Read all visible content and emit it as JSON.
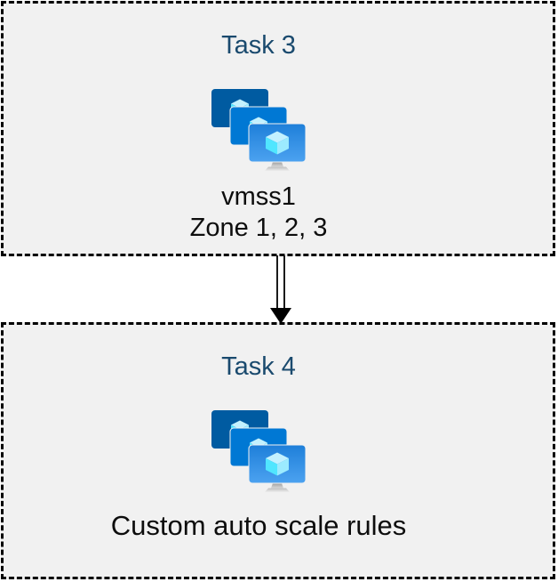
{
  "boxes": [
    {
      "title": "Task 3",
      "icon": "vm-scale-sets-icon",
      "lines": [
        "vmss1",
        "Zone 1, 2, 3"
      ]
    },
    {
      "title": "Task 4",
      "icon": "vm-scale-sets-icon",
      "lines": [
        "Custom auto scale rules"
      ]
    }
  ],
  "connector": {
    "type": "double-line-arrow",
    "direction": "down",
    "from": "Task 3",
    "to": "Task 4"
  },
  "colors": {
    "title_text": "#1A4A6E",
    "body_text": "#0D0D0D",
    "box_background": "#F1F1F1",
    "box_border": "#000000",
    "page_background": "#FFFFFF",
    "arrow": "#000000",
    "monitor_back": "#005BA1",
    "monitor_middle": "#0078D4",
    "monitor_front_gradient_top": "#1E7FD9",
    "monitor_front_gradient_bottom": "#4CA2F0",
    "cube_top_face": "#C3F1FF",
    "cube_left_face": "#50E6FF",
    "cube_right_face": "#9CEBFF",
    "stand_gray": "#BFBFBF"
  }
}
